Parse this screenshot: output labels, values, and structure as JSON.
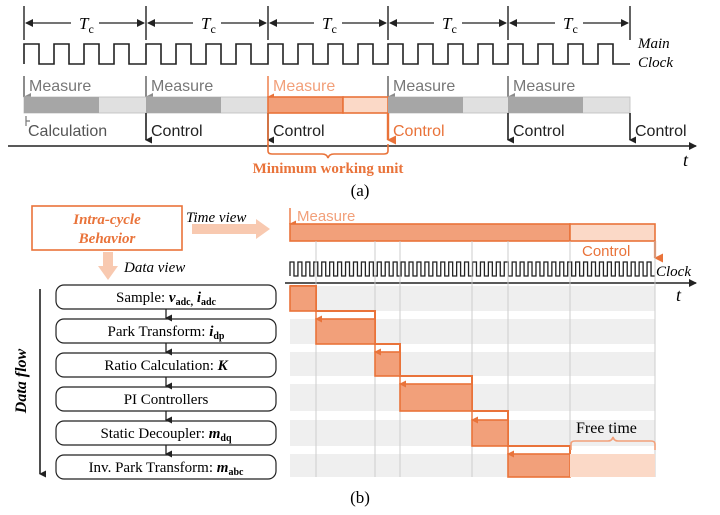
{
  "colors": {
    "orange": "#e9733a",
    "orange_fill": "#f2a07a",
    "orange_light": "#f8d3c0",
    "gray_dark": "#555555",
    "gray_mid": "#a6a6a6",
    "gray_light": "#d9d9d9",
    "row_stripe": "#efefef"
  },
  "part_a": {
    "period_symbol": "T",
    "period_sub": "c",
    "clock_label_1": "Main",
    "clock_label_2": "Clock",
    "measure_label": "Measure",
    "calculation_label": "Calculation",
    "control_label": "Control",
    "min_unit_label": "Minimum working unit",
    "time_symbol": "t",
    "caption": "(a)"
  },
  "part_b": {
    "behavior_line1": "Intra-cycle",
    "behavior_line2": "Behavior",
    "time_view": "Time view",
    "data_view": "Data view",
    "measure_label": "Measure",
    "control_label": "Control",
    "clock_label": "Clock",
    "time_symbol": "t",
    "data_flow": "Data flow",
    "free_time": "Free time",
    "caption": "(b)",
    "steps": {
      "sample": {
        "text": "Sample: ",
        "v": "v",
        "v_sub": "adc,",
        "i": " i",
        "i_sub": "adc"
      },
      "park": {
        "text": "Park Transform: ",
        "i": "i",
        "i_sub": "dp"
      },
      "ratio": {
        "text": "Ratio Calculation: ",
        "k": "K"
      },
      "pi": {
        "text": "PI Controllers"
      },
      "decoupler": {
        "text": "Static Decoupler: ",
        "m": "m",
        "m_sub": "dq"
      },
      "invpark": {
        "text": "Inv. Park Transform: ",
        "m": "m",
        "m_sub": "abc"
      }
    }
  }
}
